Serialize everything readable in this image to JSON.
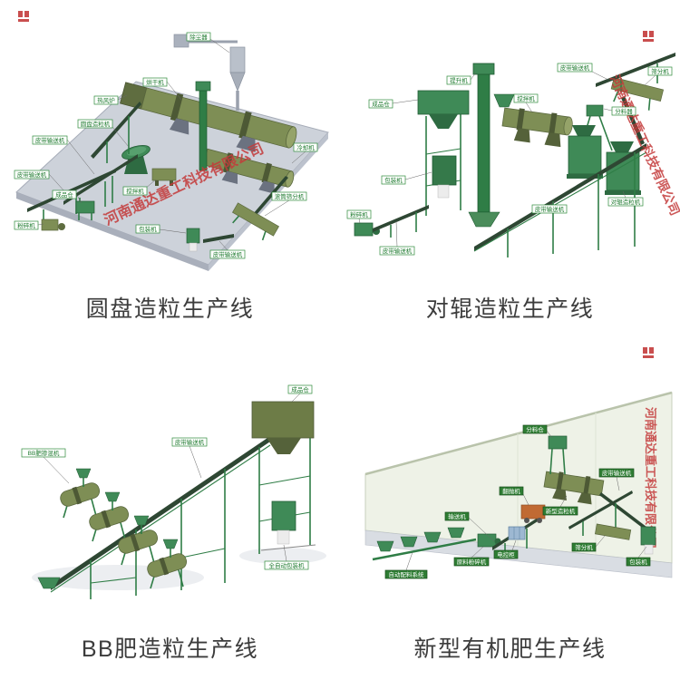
{
  "watermark": {
    "text": "河南通达重工科技有限公司",
    "color": "#c43b3b"
  },
  "seal_color": "#c43b3b",
  "products": [
    {
      "caption": "圆盘造粒生产线",
      "labels": [
        "除尘器",
        "烘干机",
        "热风炉",
        "皮带输送机",
        "皮带输送机",
        "圆盘造粒机",
        "搅拌机",
        "成品仓",
        "粉碎机",
        "包装机",
        "冷却机",
        "滚筒筛分机",
        "皮带输送机"
      ]
    },
    {
      "caption": "对辊造粒生产线",
      "labels": [
        "成品仓",
        "包装机",
        "提升机",
        "搅拌机",
        "分料器",
        "对辊造粒机",
        "筛分机",
        "皮带输送机",
        "皮带输送机",
        "粉碎机",
        "皮带输送机"
      ]
    },
    {
      "caption": "BB肥造粒生产线",
      "labels": [
        "BB肥掺混机",
        "皮带输送机",
        "成品仓",
        "全自动包装机"
      ]
    },
    {
      "caption": "新型有机肥生产线",
      "labels": [
        "分料仓",
        "输送机",
        "翻抛机",
        "新型造粒机",
        "筛分机",
        "皮带输送机",
        "包装机",
        "自动配料系统",
        "原料粉碎机",
        "电控柜"
      ]
    }
  ]
}
